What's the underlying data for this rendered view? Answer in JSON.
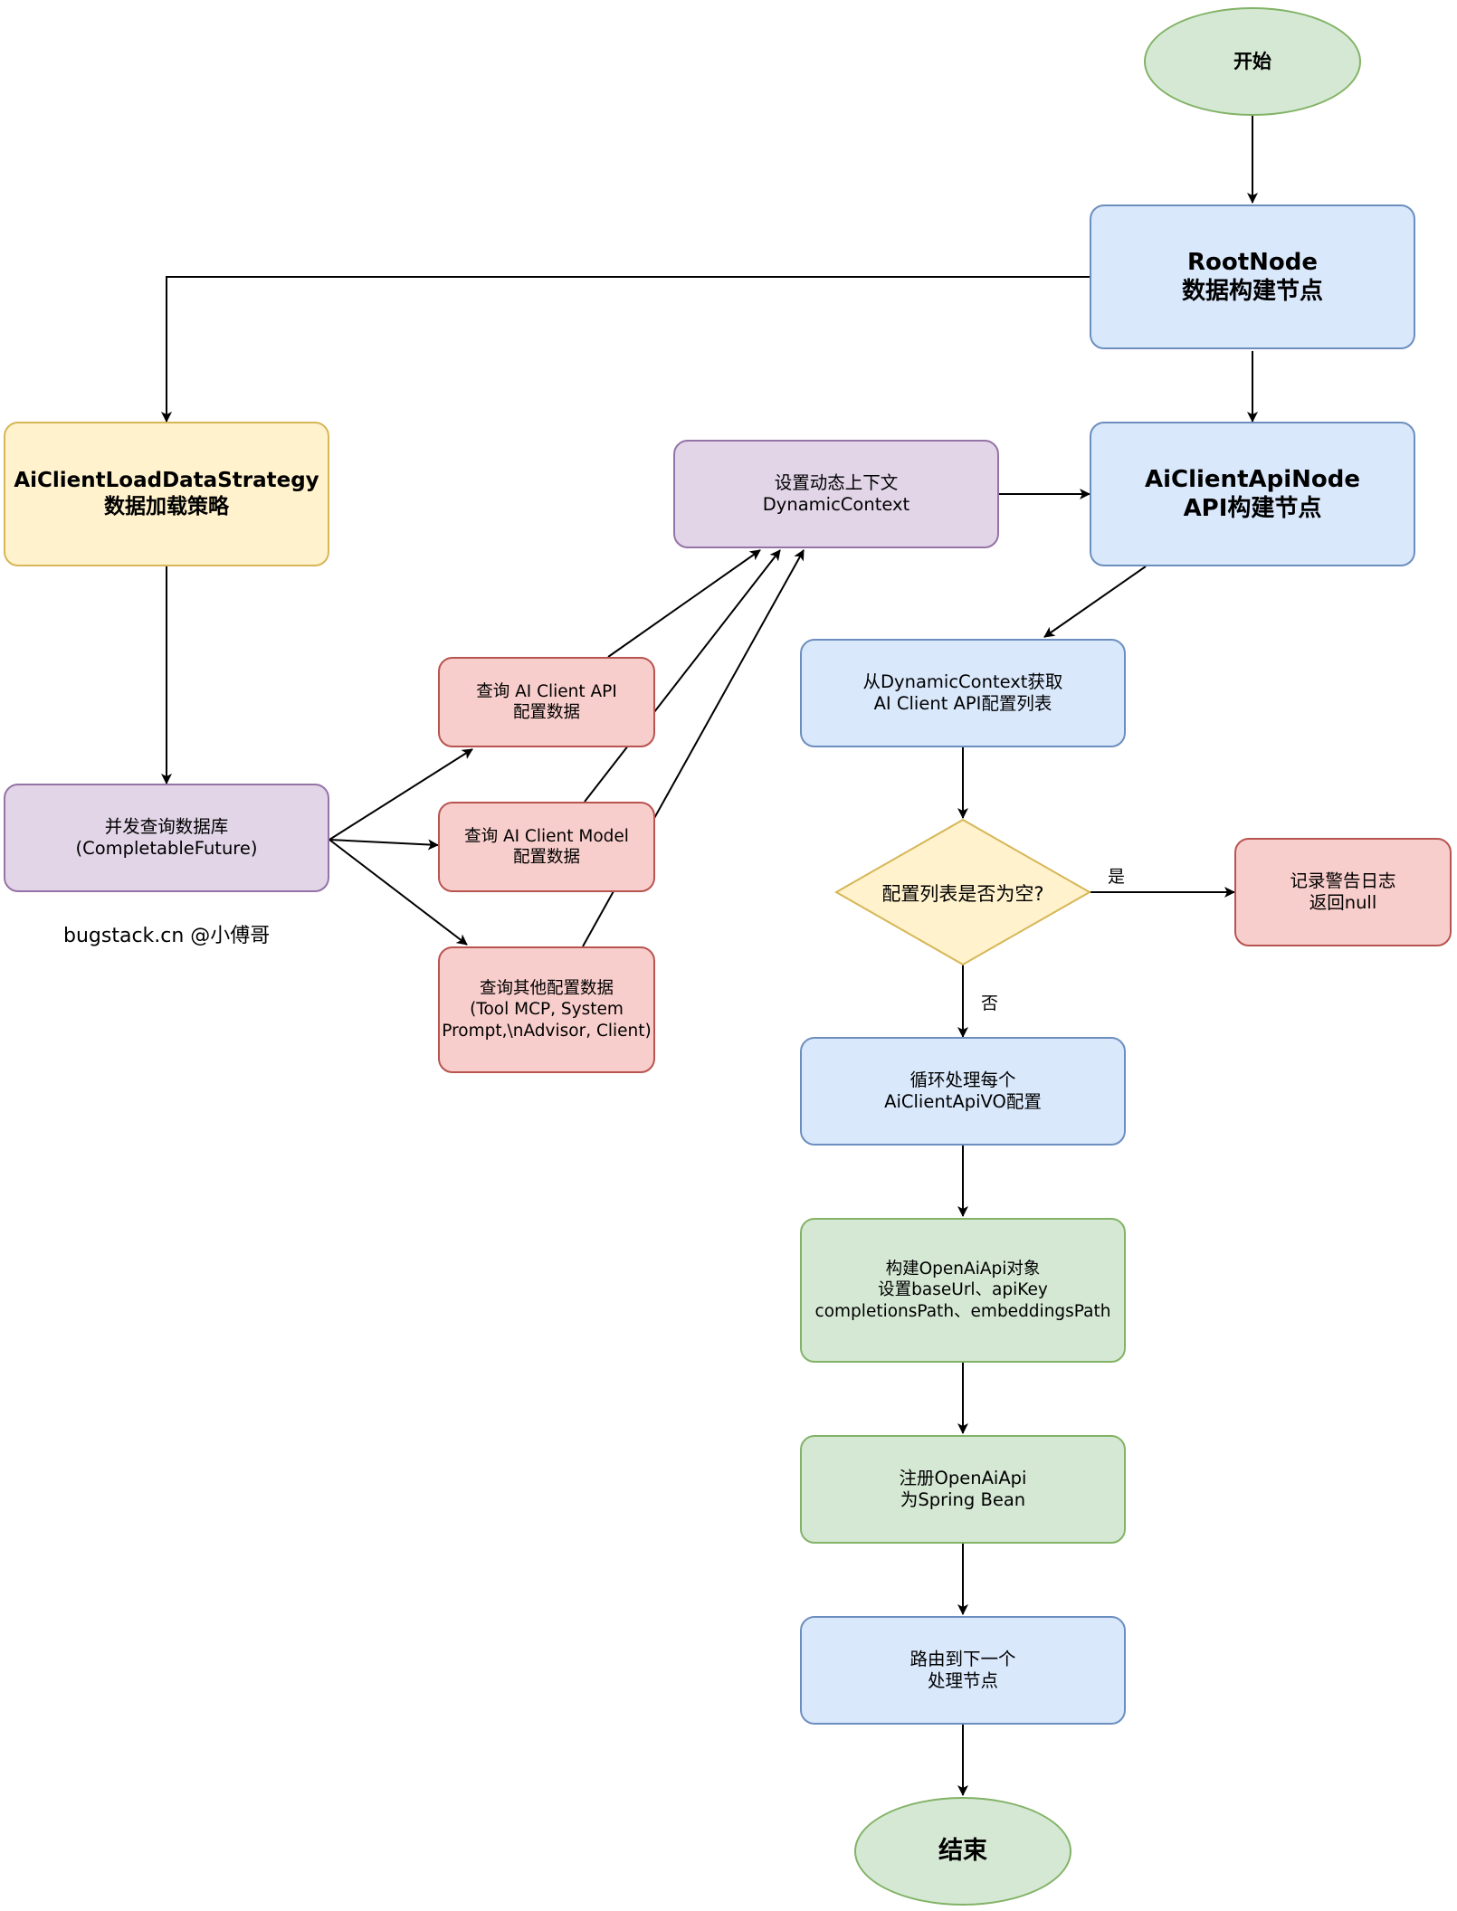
{
  "nodes": {
    "start": {
      "label": "开始"
    },
    "root_node": {
      "line1": "RootNode",
      "line2": "数据构建节点"
    },
    "load_strategy": {
      "line1": "AiClientLoadDataStrategy",
      "line2": "数据加载策略"
    },
    "dynamic_context": {
      "line1": "设置动态上下文",
      "line2": "DynamicContext"
    },
    "api_node": {
      "line1": "AiClientApiNode",
      "line2": "API构建节点"
    },
    "concurrent_query": {
      "line1": "并发查询数据库",
      "line2": "(CompletableFuture)"
    },
    "query_api": {
      "line1": "查询 AI Client API",
      "line2": "配置数据"
    },
    "query_model": {
      "line1": "查询 AI Client Model",
      "line2": "配置数据"
    },
    "query_other": {
      "line1": "查询其他配置数据",
      "line2": "(Tool MCP, System",
      "line3": "Prompt,\\nAdvisor, Client)"
    },
    "get_list": {
      "line1": "从DynamicContext获取",
      "line2": "AI Client API配置列表"
    },
    "is_empty": {
      "label": "配置列表是否为空?"
    },
    "log_warning": {
      "line1": "记录警告日志",
      "line2": "返回null"
    },
    "loop": {
      "line1": "循环处理每个",
      "line2": "AiClientApiVO配置"
    },
    "build_api": {
      "line1": "构建OpenAiApi对象",
      "line2": "设置baseUrl、apiKey",
      "line3": "completionsPath、embeddingsPath"
    },
    "register_bean": {
      "line1": "注册OpenAiApi",
      "line2": "为Spring Bean"
    },
    "route_next": {
      "line1": "路由到下一个",
      "line2": "处理节点"
    },
    "end": {
      "label": "结束"
    }
  },
  "edge_labels": {
    "yes": "是",
    "no": "否"
  },
  "watermark": "bugstack.cn @小傅哥",
  "colors": {
    "blue_fill": "#dae8fc",
    "blue_stroke": "#6c8ebf",
    "yellow_fill": "#fff2cc",
    "yellow_stroke": "#d6b656",
    "purple_fill": "#e1d5e7",
    "purple_stroke": "#9673a6",
    "red_fill": "#f8cecc",
    "red_stroke": "#b85450",
    "green_fill": "#d5e8d4",
    "green_stroke": "#82b366"
  }
}
